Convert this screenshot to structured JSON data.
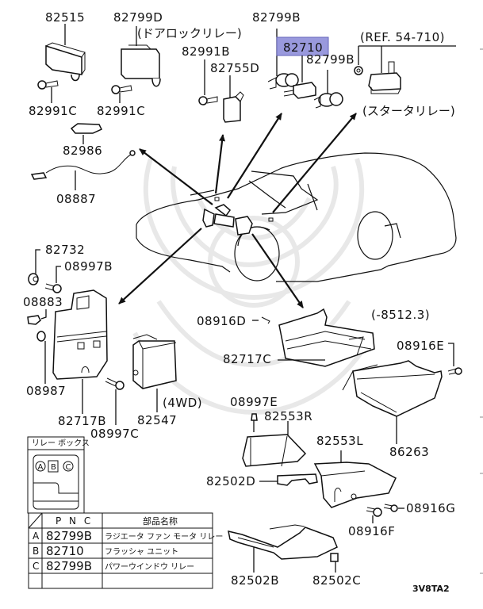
{
  "diagram": {
    "code": "3V8TA2",
    "highlight_color": "#9999dd",
    "highlighted_part": "82710",
    "labels": {
      "p82515": "82515",
      "p82799D": "82799D",
      "door_lock_relay": "(ドアロックリレー)",
      "p82991B": "82991B",
      "p82755D": "82755D",
      "p82799B_top": "82799B",
      "p82710": "82710",
      "p82799B_mid": "82799B",
      "ref": "(REF. 54-710)",
      "starter_relay": "(スタータリレー)",
      "p82991C_left": "82991C",
      "p82991C_right": "82991C",
      "p82986": "82986",
      "p08887": "08887",
      "p82732": "82732",
      "p08997B": "08997B",
      "p08883": "08883",
      "p08987": "08987",
      "p82717B": "82717B",
      "p08997C": "08997C",
      "p82547": "82547",
      "fourwd": "(4WD)",
      "p08916D": "08916D",
      "date_note": "(-8512.3)",
      "p08916E": "08916E",
      "p82717C": "82717C",
      "p08997E": "08997E",
      "p82553R": "82553R",
      "p82553L": "82553L",
      "p86263": "86263",
      "p82502D": "82502D",
      "p08916G": "08916G",
      "p08916F": "08916F",
      "p82502B": "82502B",
      "p82502C": "82502C"
    },
    "relay_box": {
      "title": "リレー ボックス",
      "slots": [
        "A",
        "B",
        "C"
      ]
    },
    "table": {
      "headers": [
        "",
        "P N C",
        "部品名称"
      ],
      "rows": [
        {
          "key": "A",
          "pnc": "82799B",
          "name": "ラジエータ ファン モータ リレー"
        },
        {
          "key": "B",
          "pnc": "82710",
          "name": "フラッシャ ユニット"
        },
        {
          "key": "C",
          "pnc": "82799B",
          "name": "パワーウインドウ リレー"
        },
        {
          "key": "",
          "pnc": "",
          "name": ""
        }
      ]
    }
  }
}
